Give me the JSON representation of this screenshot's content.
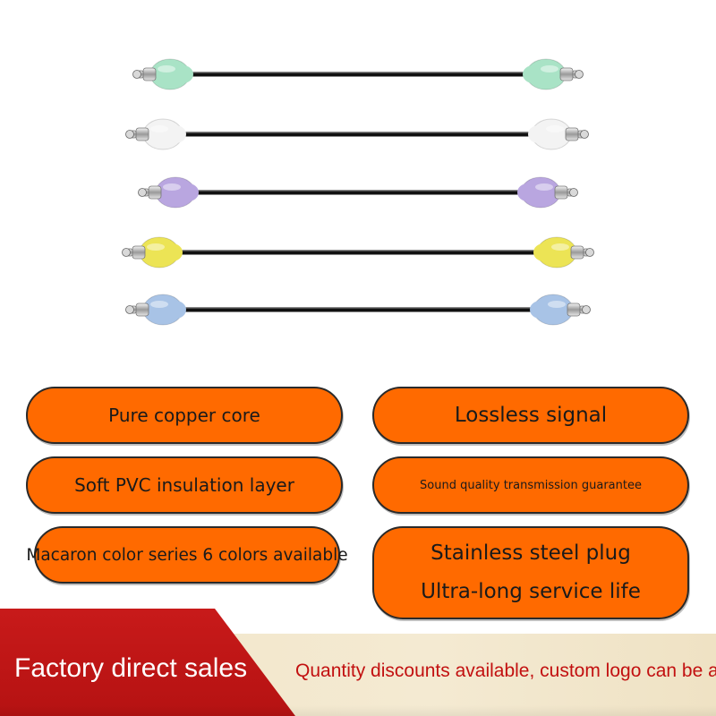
{
  "product_image": {
    "cables": [
      {
        "color": "#a9e3c6"
      },
      {
        "color": "#f3f3f3"
      },
      {
        "color": "#b9a6e0"
      },
      {
        "color": "#ece455"
      },
      {
        "color": "#a8c3e6"
      }
    ],
    "cable_color": "#111111"
  },
  "features": {
    "copper_core": "Pure copper core",
    "lossless": "Lossless signal",
    "pvc": "Soft PVC insulation layer",
    "sound_quality": "Sound quality transmission guarantee",
    "macaron": "Macaron color series 6 colors available",
    "steel_plug": "Stainless steel plug",
    "service_life": "Ultra-long service life"
  },
  "banner": {
    "factory": "Factory direct sales",
    "discount": "Quantity discounts available, custom logo can be added"
  },
  "colors": {
    "pill_orange": "#ff6a00",
    "banner_red": "#c81a1a",
    "banner_cream": "#f1e5c8",
    "discount_text": "#c21010"
  }
}
